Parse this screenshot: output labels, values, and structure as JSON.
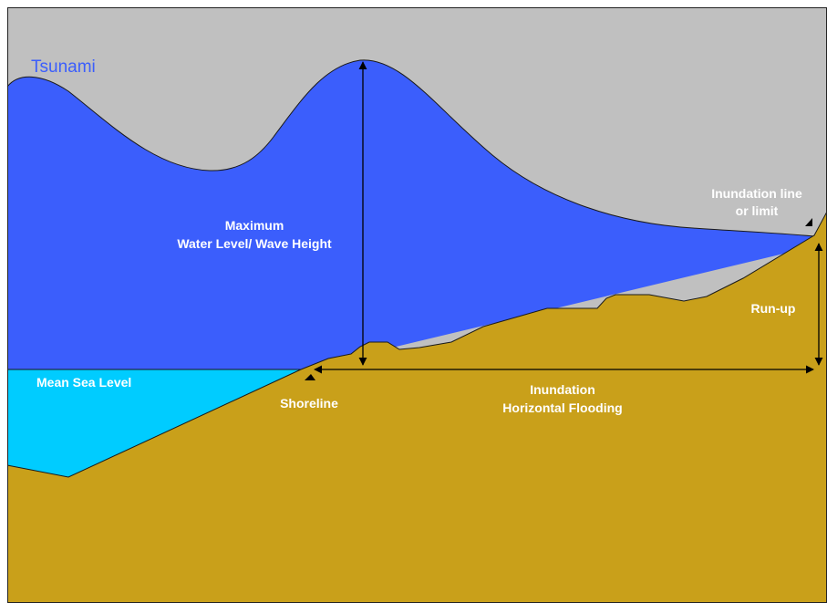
{
  "diagram": {
    "title": "Tsunami",
    "labels": {
      "max_level_line1": "Maximum",
      "max_level_line2": "Water Level/ Wave Height",
      "inundation_limit_line1": "Inundation line",
      "inundation_limit_line2": "or limit",
      "run_up": "Run-up",
      "mean_sea_level": "Mean Sea Level",
      "shoreline": "Shoreline",
      "inundation_line1": "Inundation",
      "inundation_line2": "Horizontal Flooding"
    },
    "colors": {
      "sky": "#c0c0c0",
      "tsunami_water": "#3b5efc",
      "sea": "#00ccff",
      "land": "#c9a01a",
      "title_text": "#3b5efc",
      "label_text": "#ffffff",
      "arrow": "#000000"
    },
    "icons": {
      "shoreline_marker": "triangle-marker-icon",
      "inundation_marker": "triangle-marker-icon"
    }
  }
}
